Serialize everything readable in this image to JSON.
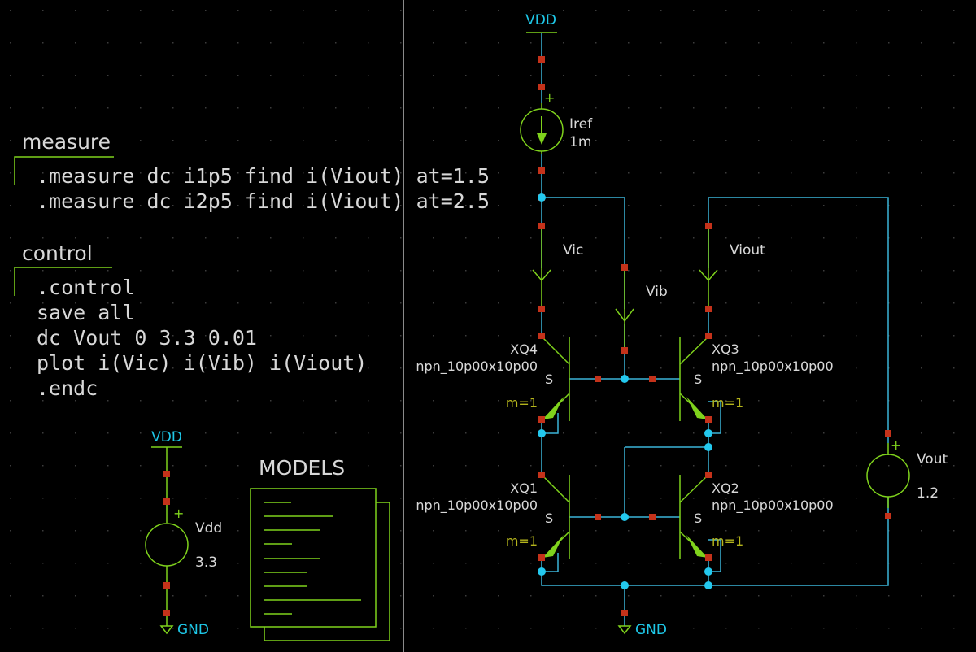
{
  "colors": {
    "background": "#000000",
    "wire": "#3bb4d8",
    "symbol": "#7fd21c",
    "text": "#d8d8d8",
    "net_label": "#1ec8e8",
    "param": "#b4b41c",
    "pin_marker": "#c4321a",
    "junction": "#23c8ee",
    "grid_dot": "#4a4a4a"
  },
  "code_blocks": [
    {
      "title": "measure",
      "lines": [
        ".measure dc i1p5 find i(Viout) at=1.5",
        ".measure dc i2p5 find i(Viout) at=2.5"
      ]
    },
    {
      "title": "control",
      "lines": [
        ".control",
        "save all",
        "dc Vout 0 3.3 0.01",
        "plot i(Vic) i(Vib) i(Viout)",
        ".endc"
      ]
    }
  ],
  "models_block": {
    "title": "MODELS"
  },
  "supply_left": {
    "top_label": "VDD",
    "name": "Vdd",
    "value": "3.3",
    "ground_label": "GND"
  },
  "schematic": {
    "vdd_label": "VDD",
    "gnd_label": "GND",
    "iref": {
      "name": "Iref",
      "value": "1m"
    },
    "vout": {
      "name": "Vout",
      "value": "1.2"
    },
    "ammeters": {
      "vic": "Vic",
      "vib": "Vib",
      "viout": "Viout"
    },
    "transistors": [
      {
        "id": "q4",
        "name": "XQ4",
        "model": "npn_10p00x10p00",
        "mult": "m=1",
        "sub": "S"
      },
      {
        "id": "q3",
        "name": "XQ3",
        "model": "npn_10p00x10p00",
        "mult": "m=1",
        "sub": "S"
      },
      {
        "id": "q1",
        "name": "XQ1",
        "model": "npn_10p00x10p00",
        "mult": "m=1",
        "sub": "S"
      },
      {
        "id": "q2",
        "name": "XQ2",
        "model": "npn_10p00x10p00",
        "mult": "m=1",
        "sub": "S"
      }
    ]
  }
}
